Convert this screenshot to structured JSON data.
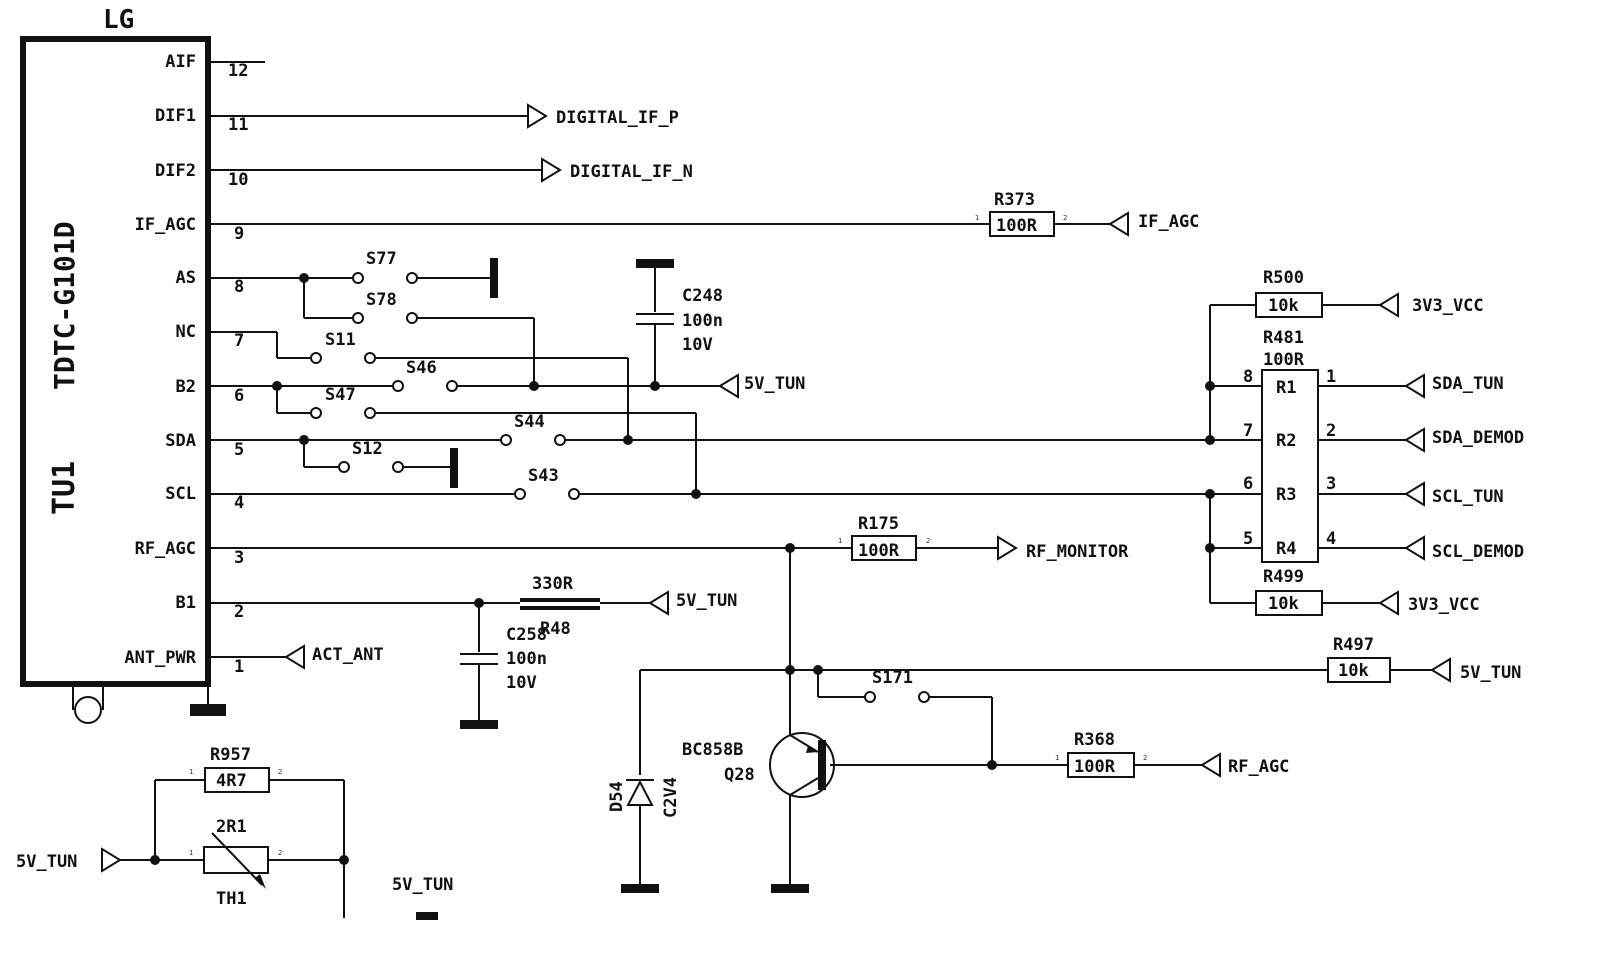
{
  "ic": {
    "maker": "LG",
    "part_number": "TDTC-G101D",
    "ref": "TU1",
    "pins": [
      {
        "name": "AIF",
        "number": "12"
      },
      {
        "name": "DIF1",
        "number": "11"
      },
      {
        "name": "DIF2",
        "number": "10"
      },
      {
        "name": "IF_AGC",
        "number": "9"
      },
      {
        "name": "AS",
        "number": "8"
      },
      {
        "name": "NC",
        "number": "7"
      },
      {
        "name": "B2",
        "number": "6"
      },
      {
        "name": "SDA",
        "number": "5"
      },
      {
        "name": "SCL",
        "number": "4"
      },
      {
        "name": "RF_AGC",
        "number": "3"
      },
      {
        "name": "B1",
        "number": "2"
      },
      {
        "name": "ANT_PWR",
        "number": "1"
      }
    ]
  },
  "nets": {
    "digital_if_p": "DIGITAL_IF_P",
    "digital_if_n": "DIGITAL_IF_N",
    "if_agc": "IF_AGC",
    "v5_tun_b2": "5V_TUN",
    "v5_tun_b1": "5V_TUN",
    "v5_tun_r497": "5V_TUN",
    "v5_tun_th1": "5V_TUN",
    "v5_tun_bottom": "5V_TUN",
    "v3v3_top": "3V3_VCC",
    "v3v3_bottom": "3V3_VCC",
    "sda_tun": "SDA_TUN",
    "sda_demod": "SDA_DEMOD",
    "scl_tun": "SCL_TUN",
    "scl_demod": "SCL_DEMOD",
    "rf_monitor": "RF_MONITOR",
    "act_ant": "ACT_ANT",
    "rf_agc": "RF_AGC"
  },
  "resistors": {
    "r373": {
      "ref": "R373",
      "value": "100R"
    },
    "r500": {
      "ref": "R500",
      "value": "10k"
    },
    "r481": {
      "ref": "R481",
      "value": "100R"
    },
    "r499": {
      "ref": "R499",
      "value": "10k"
    },
    "r175": {
      "ref": "R175",
      "value": "100R"
    },
    "r497": {
      "ref": "R497",
      "value": "10k"
    },
    "r368": {
      "ref": "R368",
      "value": "100R"
    },
    "r957": {
      "ref": "R957",
      "value": "4R7"
    },
    "r48": {
      "ref": "R48",
      "value": "330R"
    }
  },
  "network": {
    "left_pins": [
      "8",
      "7",
      "6",
      "5"
    ],
    "right_pins": [
      "1",
      "2",
      "3",
      "4"
    ],
    "elements": [
      "R1",
      "R2",
      "R3",
      "R4"
    ]
  },
  "capacitors": {
    "c248": {
      "ref": "C248",
      "value": "100n",
      "voltage": "10V"
    },
    "c258": {
      "ref": "C258",
      "value": "100n",
      "voltage": "10V"
    }
  },
  "switches": {
    "s77": "S77",
    "s78": "S78",
    "s11": "S11",
    "s46": "S46",
    "s47": "S47",
    "s44": "S44",
    "s12": "S12",
    "s43": "S43",
    "s171": "S171"
  },
  "transistor": {
    "type": "BC858B",
    "ref": "Q28"
  },
  "diode": {
    "ref": "D54",
    "value": "C2V4"
  },
  "thermistor": {
    "ref": "TH1",
    "value": "2R1"
  }
}
